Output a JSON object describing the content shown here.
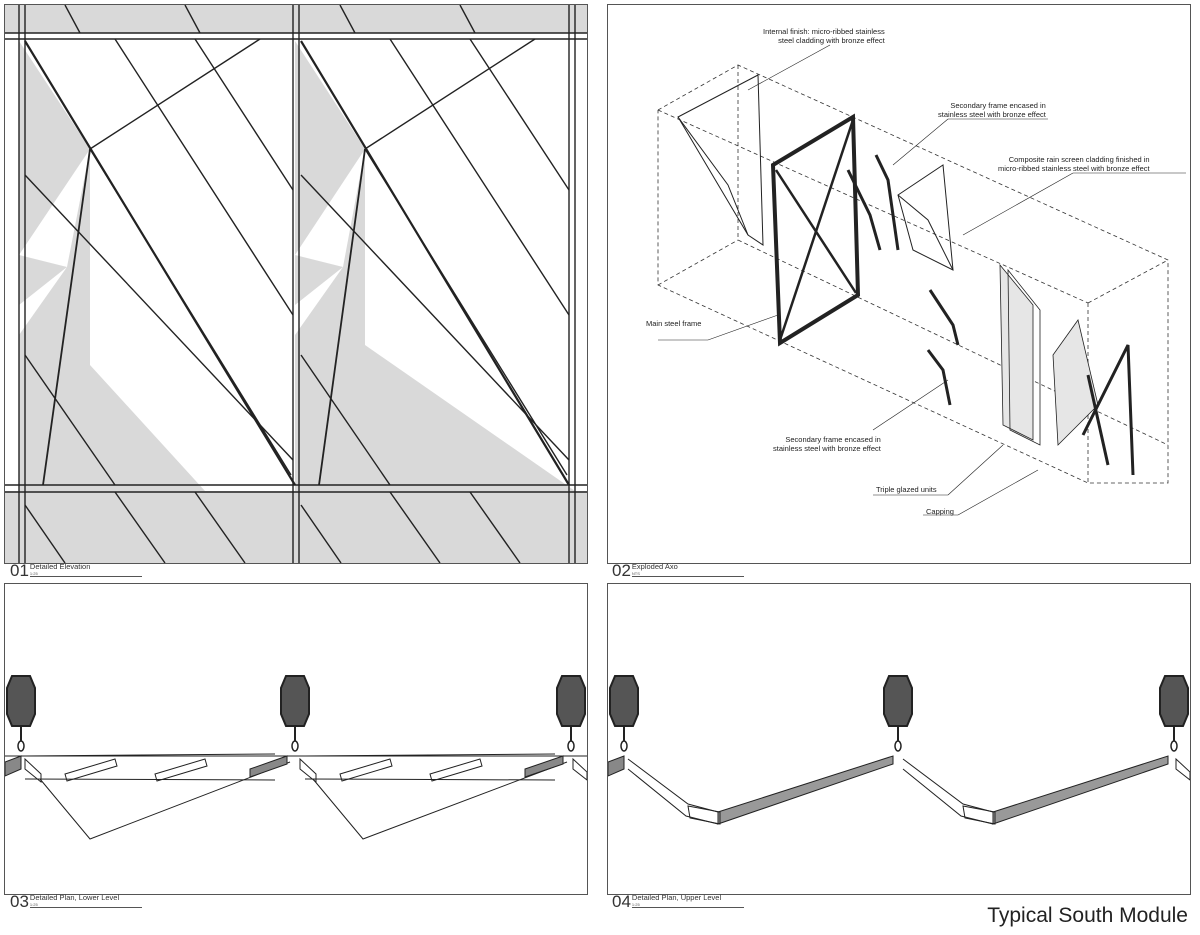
{
  "panels": [
    {
      "number": "01",
      "name": "Detailed Elevation",
      "scale": "1:25"
    },
    {
      "number": "02",
      "name": "Exploded Axo",
      "scale": "NTS"
    },
    {
      "number": "03",
      "name": "Detailed Plan, Lower Level",
      "scale": "1:25"
    },
    {
      "number": "04",
      "name": "Detailed Plan, Upper Level",
      "scale": "1:25"
    }
  ],
  "axo_labels": {
    "internal_finish": [
      "Internal finish: micro-ribbed stainless",
      "steel cladding with bronze effect"
    ],
    "secondary_frame_top": [
      "Secondary frame encased in",
      "stainless steel with bronze effect"
    ],
    "composite_cladding": [
      "Composite rain screen cladding finished in",
      "micro-ribbed stainless steel with bronze effect"
    ],
    "main_frame": "Main steel frame",
    "secondary_frame_bottom": [
      "Secondary frame encased in",
      "stainless steel with bronze effect"
    ],
    "triple_glazed": "Triple glazed units",
    "capping": "Capping"
  },
  "sheet_title": "Typical South Module",
  "colors": {
    "fill_grey": "#d9d9d9",
    "column_grey": "#555555",
    "line": "#222222"
  }
}
